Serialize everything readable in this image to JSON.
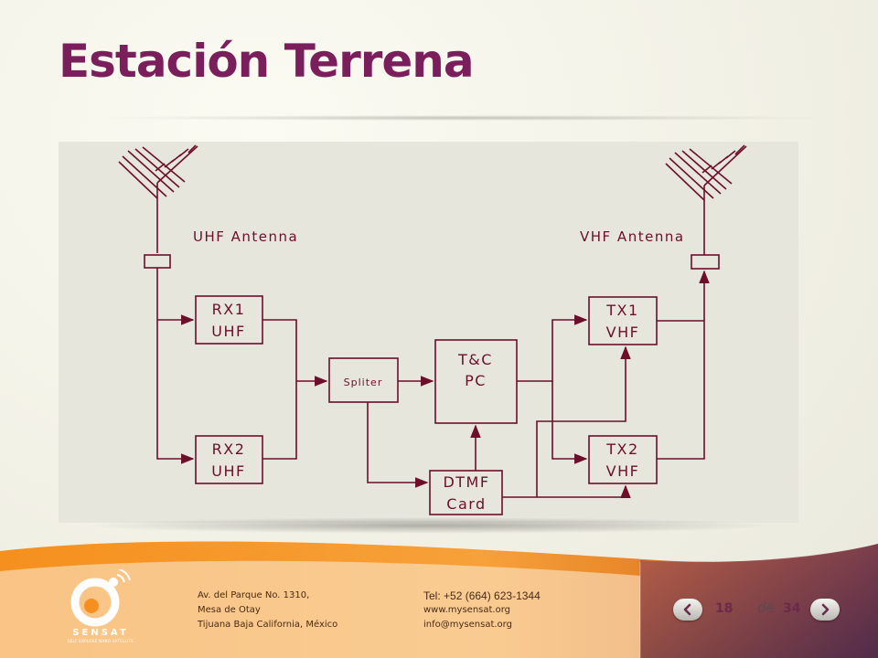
{
  "title": "Estación Terrena",
  "diagram": {
    "uhf_antenna_label": "UHF Antenna",
    "vhf_antenna_label": "VHF Antenna",
    "rx1": {
      "line1": "RX1",
      "line2": "UHF"
    },
    "rx2": {
      "line1": "RX2",
      "line2": "UHF"
    },
    "splitter": "Spliter",
    "tc_pc": {
      "line1": "T&C",
      "line2": "PC"
    },
    "dtmf": {
      "line1": "DTMF",
      "line2": "Card"
    },
    "tx1": {
      "line1": "TX1",
      "line2": "VHF"
    },
    "tx2": {
      "line1": "TX2",
      "line2": "VHF"
    }
  },
  "footer": {
    "address": [
      "Av. del Parque No. 1310,",
      "Mesa de Otay",
      "Tijuana Baja California, México"
    ],
    "tel": "Tel: +52 (664) 623-1344",
    "web": "www.mysensat.org",
    "email": "info@mysensat.org",
    "logo_word": "SENSAT",
    "logo_tagline": "SELF EXPLORE NANO SATELLITE",
    "current_page": "18",
    "of_label": "de",
    "total_pages": "34"
  },
  "colors": {
    "title": "#7a1f5c",
    "diagram_line": "#6b0f2a",
    "footer_orange": "#f08a1c",
    "footer_purple": "#5a2a4c"
  }
}
